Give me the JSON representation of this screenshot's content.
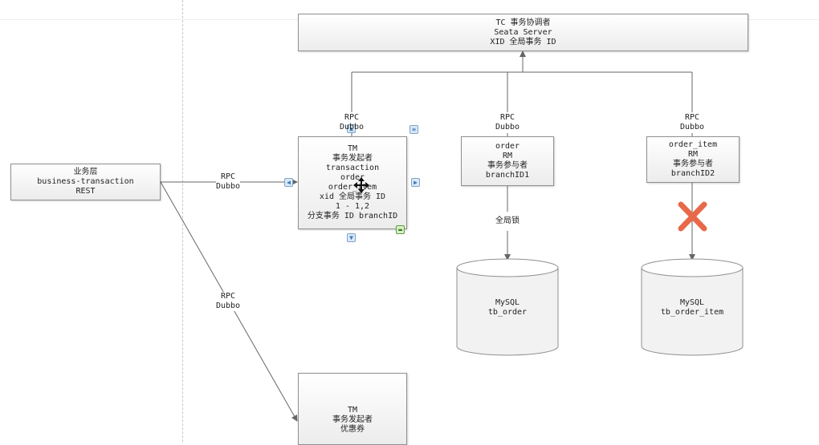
{
  "tc": {
    "lines": [
      "TC 事务协调者",
      "Seata Server",
      "XID 全局事务 ID"
    ]
  },
  "biz": {
    "lines": [
      "业务层",
      "business-transaction",
      "REST"
    ]
  },
  "tm1": {
    "lines": [
      "TM",
      "事务发起者",
      "transaction",
      "order",
      "order_item",
      "xid 全局事务 ID",
      "1 - 1,2",
      "分支事务 ID branchID"
    ]
  },
  "rm1": {
    "lines": [
      "order",
      "RM",
      "事务参与者",
      "branchID1"
    ]
  },
  "rm2": {
    "lines": [
      "order_item",
      "RM",
      "事务参与者",
      "branchID2"
    ]
  },
  "tm2": {
    "lines": [
      "TM",
      "事务发起者",
      "优惠券"
    ]
  },
  "labels": {
    "rpc_tm1": [
      "RPC",
      "Dubbo"
    ],
    "rpc_rm1": [
      "RPC",
      "Dubbo"
    ],
    "rpc_rm2": [
      "RPC",
      "Dubbo"
    ],
    "rpc_biz_tm1": [
      "RPC",
      "Dubbo"
    ],
    "rpc_biz_tm2": [
      "RPC",
      "Dubbo"
    ],
    "global_lock": "全局锁"
  },
  "db1": {
    "lines": [
      "MySQL",
      "tb_order"
    ]
  },
  "db2": {
    "lines": [
      "MySQL",
      "tb_order_item"
    ]
  },
  "colors": {
    "line": "#666666",
    "box_border": "#8f8f8f",
    "fail_cross": "#e8694a"
  },
  "icons": {
    "fail": "cross-icon",
    "cursor": "move-cursor-icon"
  }
}
